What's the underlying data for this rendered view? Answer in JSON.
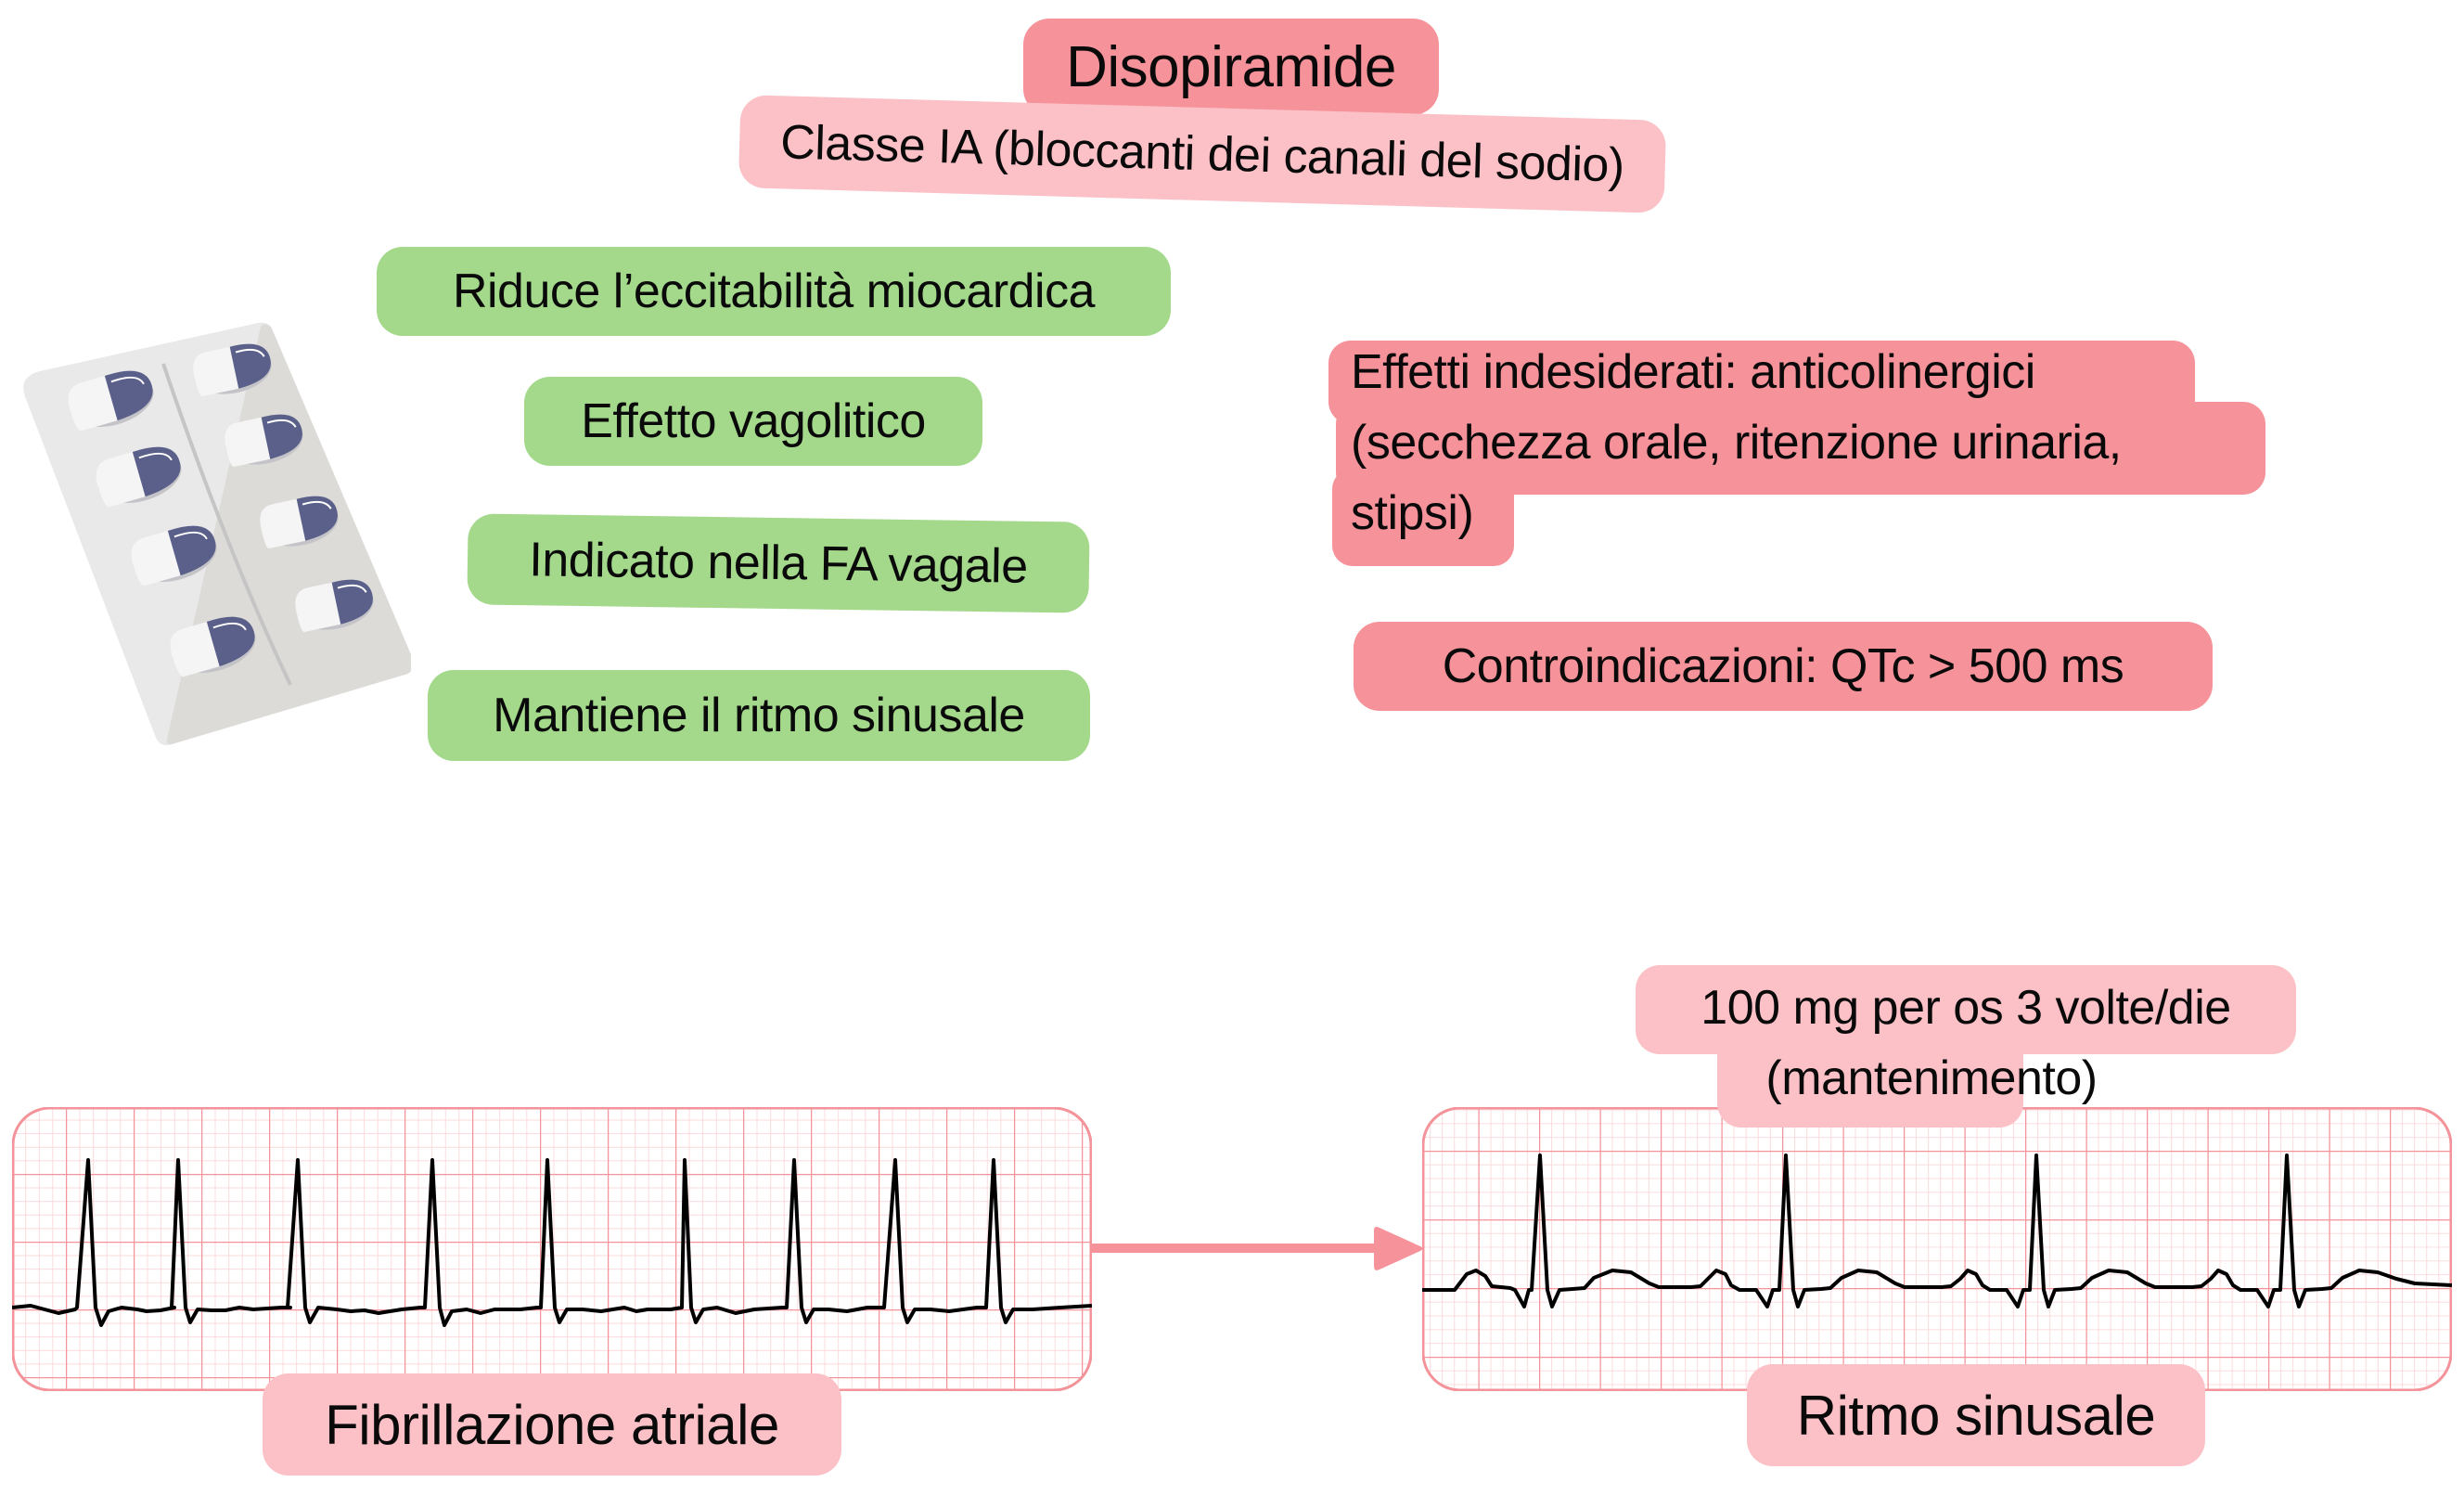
{
  "title": "Disopiramide",
  "subtitle": "Classe IA (bloccanti dei canali del sodio)",
  "benefits": [
    "Riduce l’eccitabilità miocardica",
    "Effetto vagolitico",
    "Indicato nella FA vagale",
    "Mantiene il ritmo sinusale"
  ],
  "adverse_effects": {
    "line1": "Effetti indesiderati: anticolinergici",
    "line2": "(secchezza orale, ritenzione urinaria,",
    "line3": "stipsi)"
  },
  "contraindications": "Controindicazioni: QTc > 500 ms",
  "dosage": {
    "line1": "100 mg per os 3 volte/die",
    "line2": "(mantenimento)"
  },
  "ecg_before": {
    "label": "Fibrillazione atriale"
  },
  "ecg_after": {
    "label": "Ritmo sinusale"
  },
  "icons": {
    "pill_blister": "pill-blister-icon",
    "arrow": "arrow-right-icon"
  },
  "colors": {
    "green": "#a4d98c",
    "red": "#f6929a",
    "pink": "#fbc1c7",
    "ecg_grid_major": "#f4939a",
    "ecg_grid_minor": "#fbd3d6",
    "pill_navy": "#5a6089"
  }
}
